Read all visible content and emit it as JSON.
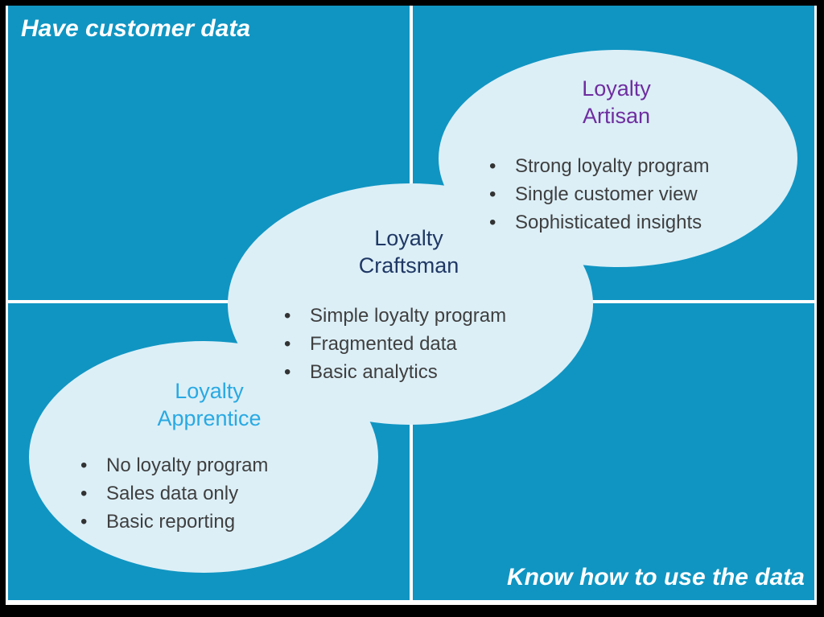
{
  "matrix": {
    "vertical_axis_label": "Have customer data",
    "horizontal_axis_label": "Know how to use the data"
  },
  "colors": {
    "background_teal": "#1095C2",
    "ellipse_fill": "#DCEFF7",
    "divider_white": "#FFFFFF",
    "outer_frame_black": "#000000",
    "bullet_text": "#3F3F3F",
    "apprentice_title": "#29A9E2",
    "craftsman_title": "#1F3864",
    "artisan_title": "#6F2DA0",
    "axis_label_text": "#FFFFFF"
  },
  "stages": [
    {
      "id": "apprentice",
      "title": "Loyalty\nApprentice",
      "bullets": [
        "No loyalty program",
        "Sales data only",
        "Basic reporting"
      ]
    },
    {
      "id": "craftsman",
      "title": "Loyalty\nCraftsman",
      "bullets": [
        "Simple loyalty program",
        "Fragmented data",
        "Basic analytics"
      ]
    },
    {
      "id": "artisan",
      "title": "Loyalty\nArtisan",
      "bullets": [
        "Strong loyalty program",
        "Single customer view",
        "Sophisticated insights"
      ]
    }
  ]
}
